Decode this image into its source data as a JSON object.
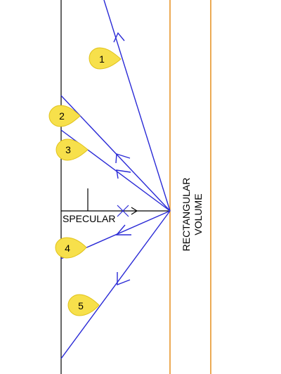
{
  "colors": {
    "ray": "#2a2ad6",
    "volume_edge": "#e8942a",
    "reference_line": "#000000",
    "callout_fill": "#f7e04b",
    "callout_stroke": "#e0c21a"
  },
  "specular": {
    "label": "SPECULAR"
  },
  "volume": {
    "label_line1": "RECTANGULAR",
    "label_line2": "VOLUME"
  },
  "rays": [
    {
      "id": "1",
      "label": "1",
      "direction": "up"
    },
    {
      "id": "2",
      "label": "2",
      "direction": "up"
    },
    {
      "id": "3",
      "label": "3",
      "direction": "up"
    },
    {
      "id": "4",
      "label": "4",
      "direction": "down"
    },
    {
      "id": "5",
      "label": "5",
      "direction": "down"
    }
  ]
}
